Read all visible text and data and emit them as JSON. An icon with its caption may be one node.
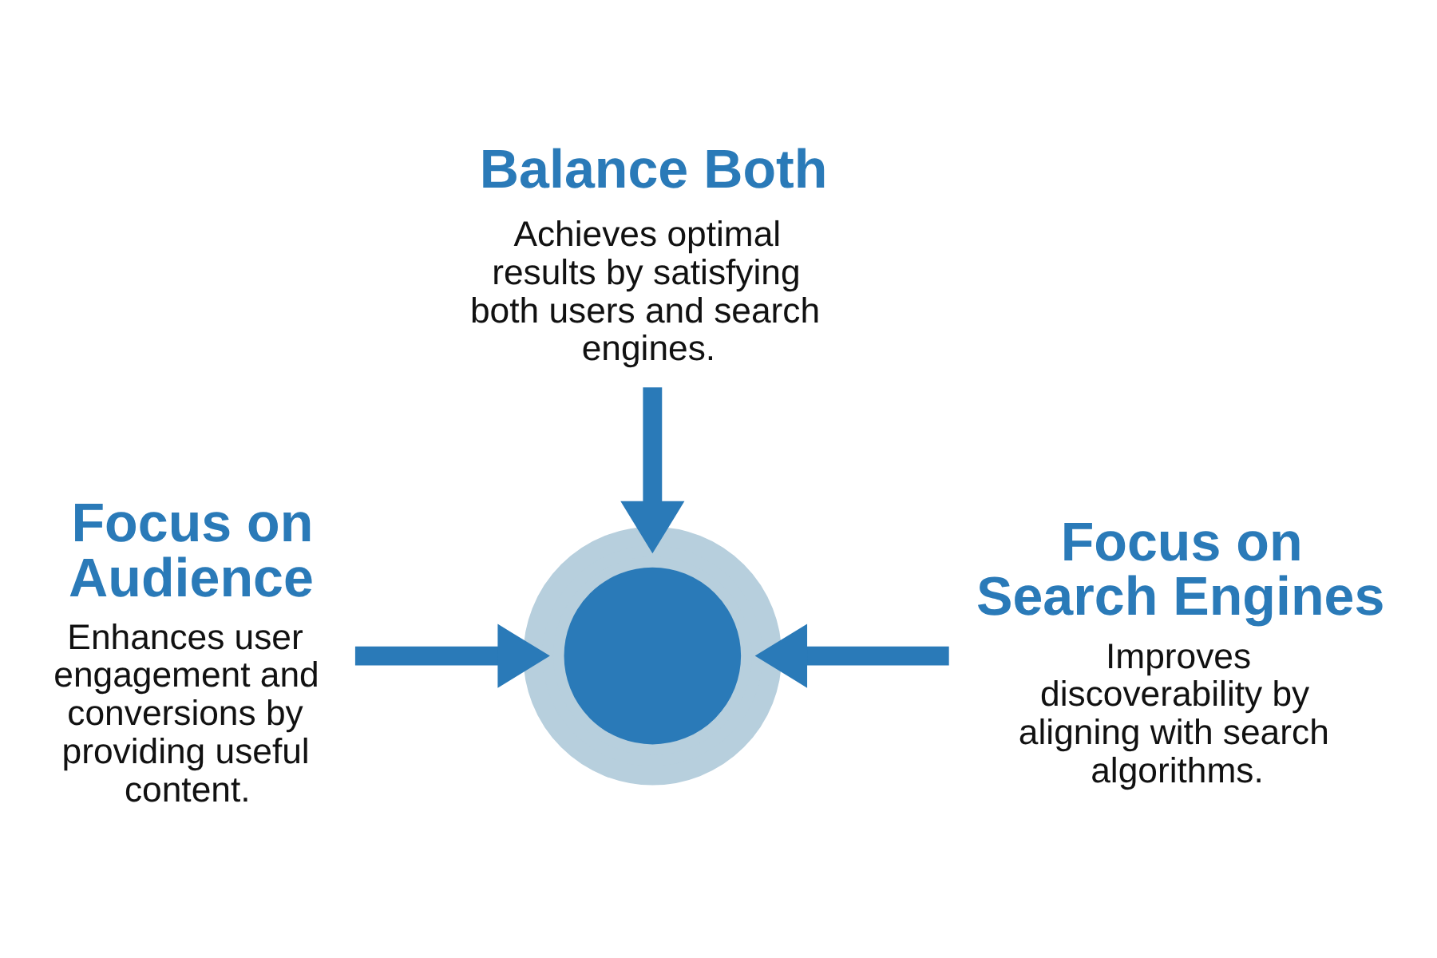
{
  "diagram": {
    "nodes": [
      {
        "text": [
          "Balance Both",
          "Achieves optimal results by satisfying both users and search engines."
        ]
      },
      {
        "text": [
          "Focus on Audience",
          "Enhances user engagement and conversions by providing useful content."
        ]
      },
      {
        "text": [],
        "shape": "circle"
      },
      {
        "text": [
          "Focus on Search Engines",
          "Improves discoverability by aligning with search algorithms."
        ]
      }
    ],
    "edges": [
      {
        "from": 0,
        "to": 2,
        "arrow": "to"
      },
      {
        "from": 1,
        "to": 2,
        "arrow": "to"
      },
      {
        "from": 3,
        "to": 2,
        "arrow": "to"
      }
    ]
  }
}
